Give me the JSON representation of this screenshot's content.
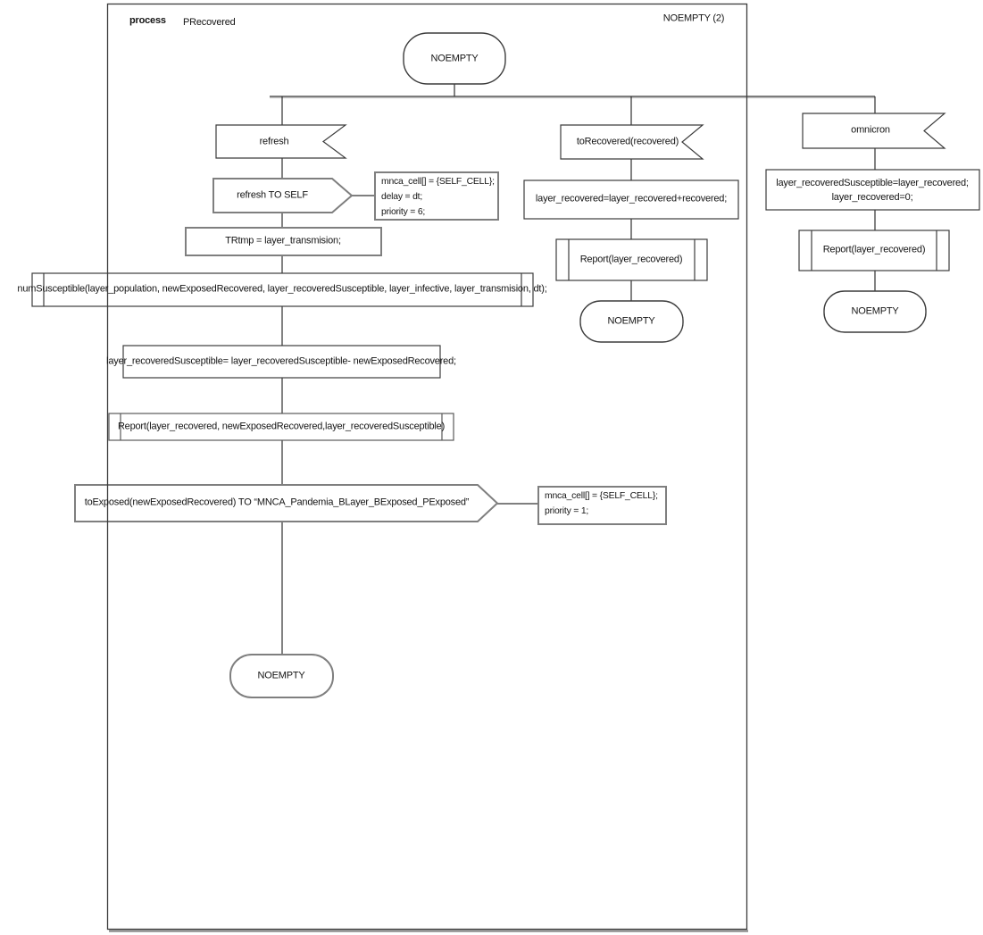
{
  "diagram": {
    "kind": "process",
    "name": "PRecovered",
    "page_ref": "NOEMPTY (2)",
    "start_state": "NOEMPTY",
    "colors": {
      "background": "#ffffff",
      "line_dark": "#2e2e2e",
      "line_gray": "#7f7f7f",
      "text": "#141414"
    },
    "refresh_branch": {
      "input_label": "refresh",
      "output_self_label": "refresh TO SELF",
      "output_self_comment": [
        "mnca_cell[] = {SELF_CELL};",
        "delay = dt;",
        "priority = 6;"
      ],
      "task_trtmp": "TRtmp = layer_transmision;",
      "procedure_numsusceptible": "numSusceptible(layer_population, newExposedRecovered, layer_recoveredSusceptible, layer_infective, layer_transmision, dt);",
      "task_update": "layer_recoveredSusceptible= layer_recoveredSusceptible- newExposedRecovered;",
      "procedure_report": "Report(layer_recovered, newExposedRecovered,layer_recoveredSusceptible)",
      "output_toexposed_label": "toExposed(newExposedRecovered) TO “MNCA_Pandemia_BLayer_BExposed_PExposed”",
      "output_toexposed_comment": [
        "mnca_cell[] = {SELF_CELL};",
        "priority = 1;"
      ],
      "next_state": "NOEMPTY"
    },
    "torecovered_branch": {
      "input_label": "toRecovered(recovered)",
      "task": "layer_recovered=layer_recovered+recovered;",
      "procedure": "Report(layer_recovered)",
      "next_state": "NOEMPTY"
    },
    "omnicron_branch": {
      "input_label": "omnicron",
      "task_lines": [
        "layer_recoveredSusceptible=layer_recovered;",
        "layer_recovered=0;"
      ],
      "procedure": "Report(layer_recovered)",
      "next_state": "NOEMPTY"
    }
  }
}
